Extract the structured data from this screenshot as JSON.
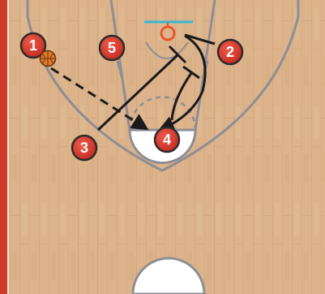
{
  "diagram": {
    "colors": {
      "court_wood": "#dcb38a",
      "court_wood_dark": "#c99d74",
      "line_gray": "#8e8e94",
      "baseline_red": "#cc3a2a",
      "paint_white": "#ffffff",
      "player_red": "#d9352b",
      "player_ring": "#2c2c2c",
      "rim_orange": "#e8562c",
      "backboard_cyan": "#35b8d6",
      "ball_orange": "#e07a28",
      "path_black": "#1a1a1a"
    },
    "players": [
      {
        "id": "player-1",
        "number": "1"
      },
      {
        "id": "player-5",
        "number": "5"
      },
      {
        "id": "player-2",
        "number": "2"
      },
      {
        "id": "player-3",
        "number": "3"
      },
      {
        "id": "player-4",
        "number": "4"
      }
    ],
    "actions": [
      {
        "type": "pass",
        "from": "1",
        "to": "4",
        "style": "dashed"
      },
      {
        "type": "screen",
        "by": "3"
      },
      {
        "type": "cut",
        "by": "2"
      },
      {
        "type": "cut",
        "by": "4"
      }
    ]
  }
}
